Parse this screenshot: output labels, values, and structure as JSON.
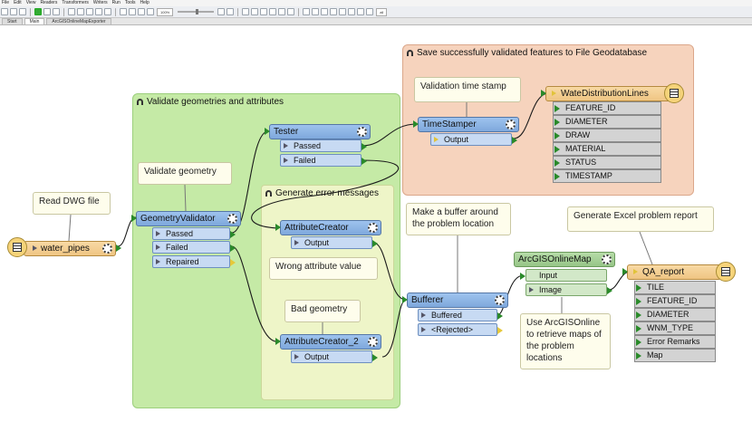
{
  "menu": [
    "File",
    "Edit",
    "View",
    "Readers",
    "Transformers",
    "Writers",
    "Run",
    "Tools",
    "Help"
  ],
  "toolbar": {
    "zoom": "100%",
    "extra": "all"
  },
  "tabs": [
    "Start",
    "Main",
    "ArcGISOnlineMapExporter"
  ],
  "bookmarks": {
    "validate": "Validate geometries and attributes",
    "save": "Save successfully validated features to File Geodatabase",
    "error": "Generate error messages"
  },
  "annotations": {
    "read_dwg": "Read DWG file",
    "validate_geom": "Validate geometry",
    "time_stamp": "Validation time stamp",
    "wrong_attr": "Wrong attribute value",
    "bad_geom": "Bad geometry",
    "buffer": "Make a buffer around the problem location",
    "excel": "Generate Excel problem report",
    "arcgis": "Use ArcGISOnline to retrieve maps of the problem locations"
  },
  "reader": {
    "name": "water_pipes"
  },
  "transformers": {
    "geometry_validator": {
      "name": "GeometryValidator",
      "ports": [
        "Passed",
        "Failed",
        "Repaired"
      ]
    },
    "tester": {
      "name": "Tester",
      "ports": [
        "Passed",
        "Failed"
      ]
    },
    "time_stamper": {
      "name": "TimeStamper",
      "ports": [
        "Output"
      ]
    },
    "attribute_creator": {
      "name": "AttributeCreator",
      "ports": [
        "Output"
      ]
    },
    "attribute_creator_2": {
      "name": "AttributeCreator_2",
      "ports": [
        "Output"
      ]
    },
    "bufferer": {
      "name": "Bufferer",
      "ports": [
        "Buffered",
        "<Rejected>"
      ]
    },
    "arcgis": {
      "name": "ArcGISOnlineMap",
      "ports": [
        "Input",
        "Image"
      ]
    }
  },
  "writer_gdb": {
    "name": "WateDistributionLines",
    "attributes": [
      "FEATURE_ID",
      "DIAMETER",
      "DRAW",
      "MATERIAL",
      "STATUS",
      "TIMESTAMP"
    ]
  },
  "writer_qa": {
    "name": "QA_report",
    "attributes": [
      "TILE",
      "FEATURE_ID",
      "DIAMETER",
      "WNM_TYPE",
      "Error Remarks",
      "Map"
    ]
  },
  "colors": {
    "bookmark_green": "#c5eaa6",
    "bookmark_orange": "#f6d3bd",
    "bookmark_yellow": "#eef5c8",
    "wire": "#1a1a1a"
  }
}
